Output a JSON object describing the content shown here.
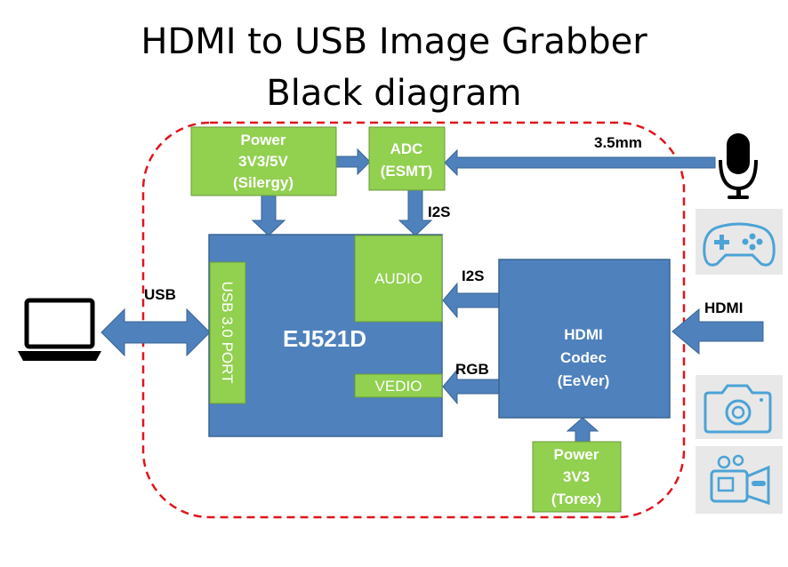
{
  "title": {
    "line1": "HDMI to USB Image Grabber",
    "line2": "Black diagram"
  },
  "blocks": {
    "power_main": {
      "line1": "Power",
      "line2": "3V3/5V",
      "line3": "(Silergy)"
    },
    "adc": {
      "line1": "ADC",
      "line2": "(ESMT)"
    },
    "ej521d": {
      "label": "EJ521D"
    },
    "usb_port": {
      "label": "USB 3.0 PORT"
    },
    "audio": {
      "label": "AUDIO"
    },
    "vedio": {
      "label": "VEDIO"
    },
    "hdmi_codec": {
      "line1": "HDMI",
      "line2": "Codec",
      "line3": "(EeVer)"
    },
    "power_codec": {
      "line1": "Power",
      "line2": "3V3",
      "line3": "(Torex)"
    }
  },
  "signals": {
    "jack": "3.5mm",
    "adc_i2s": "I2S",
    "codec_i2s": "I2S",
    "rgb": "RGB",
    "usb": "USB",
    "hdmi": "HDMI"
  },
  "icons": [
    "laptop-icon",
    "microphone-icon",
    "gamepad-icon",
    "camera-icon",
    "video-camera-icon"
  ],
  "colors": {
    "chip_blue": "#4F81BD",
    "block_green": "#92D050",
    "arrow_blue": "#4F81BD",
    "boundary_red": "#E0141C",
    "icon_tile": "#E8E8E8",
    "icon_blue": "#4BA3D6"
  }
}
